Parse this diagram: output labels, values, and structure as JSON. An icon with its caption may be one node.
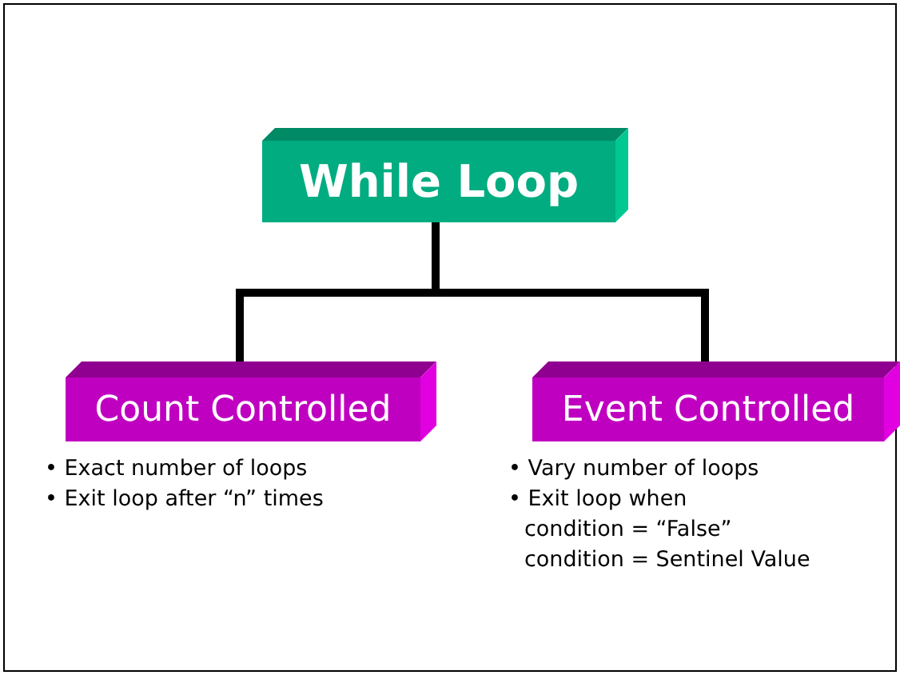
{
  "diagram": {
    "nodes": [
      {
        "text": [
          "While Loop"
        ]
      },
      {
        "text": [
          "Count Controlled"
        ],
        "beside": [
          "• Exact number of loops",
          "• Exit loop after “n” times"
        ]
      },
      {
        "text": [
          "Event Controlled"
        ],
        "beside": [
          "• Vary number of loops",
          "• Exit loop when",
          "condition = “False”",
          "condition = Sentinel Value"
        ]
      }
    ],
    "edges": [
      {
        "from": 0,
        "to": 1,
        "arrow": "none"
      },
      {
        "from": 0,
        "to": 2,
        "arrow": "none"
      }
    ]
  }
}
